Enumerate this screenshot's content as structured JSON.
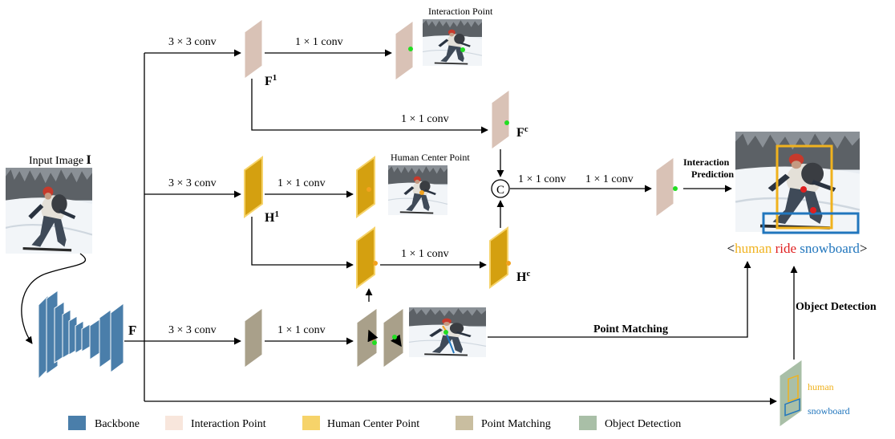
{
  "colors": {
    "backbone": "#4a7eaa",
    "interaction_point": "#d9c2b6",
    "human_center_point": "#d4a010",
    "point_matching": "#a9a08a",
    "object_detection": "#a9bfa7",
    "human_box": "#f0b21e",
    "object_box": "#2176bd",
    "verb": "#e02020",
    "point_green": "#22dd22",
    "point_orange": "#f2a21e"
  },
  "labels": {
    "input_image": "Input Image ",
    "input_symbol": "I",
    "backbone_feature": "F",
    "f1": "F",
    "f1_sup": "1",
    "fc": "F",
    "fc_sup": "c",
    "h1": "H",
    "h1_sup": "1",
    "hc": "H",
    "hc_sup": "c",
    "concat": "C",
    "interaction_point_title": "Interaction Point",
    "human_center_point_title": "Human Center Point",
    "interaction_prediction_line1": "Interaction",
    "interaction_prediction_line2": "Prediction",
    "point_matching": "Point Matching",
    "object_detection": "Object Detection",
    "det_human": "human",
    "det_snowboard": "snowboard"
  },
  "convs": {
    "conv3_a": "3 × 3 conv",
    "conv1_a": "1 × 1 conv",
    "conv1_b": "1 × 1 conv",
    "conv3_b": "3 × 3 conv",
    "conv1_c": "1 × 1 conv",
    "conv1_d": "1 × 1 conv",
    "conv1_e": "1 × 1 conv",
    "conv1_f": "1 × 1 conv",
    "conv3_c": "3 × 3 conv",
    "conv1_g": "1 × 1 conv"
  },
  "triplet": {
    "open": "<",
    "subject": "human",
    "verb": "ride",
    "object": "snowboard",
    "close": ">"
  },
  "legend": [
    {
      "label": "Backbone",
      "color": "#4a7eaa"
    },
    {
      "label": "Interaction Point",
      "color": "#f8e6dc"
    },
    {
      "label": "Human Center Point",
      "color": "#f6d36a"
    },
    {
      "label": "Point Matching",
      "color": "#c9bea0"
    },
    {
      "label": "Object Detection",
      "color": "#a9bfa7"
    }
  ]
}
